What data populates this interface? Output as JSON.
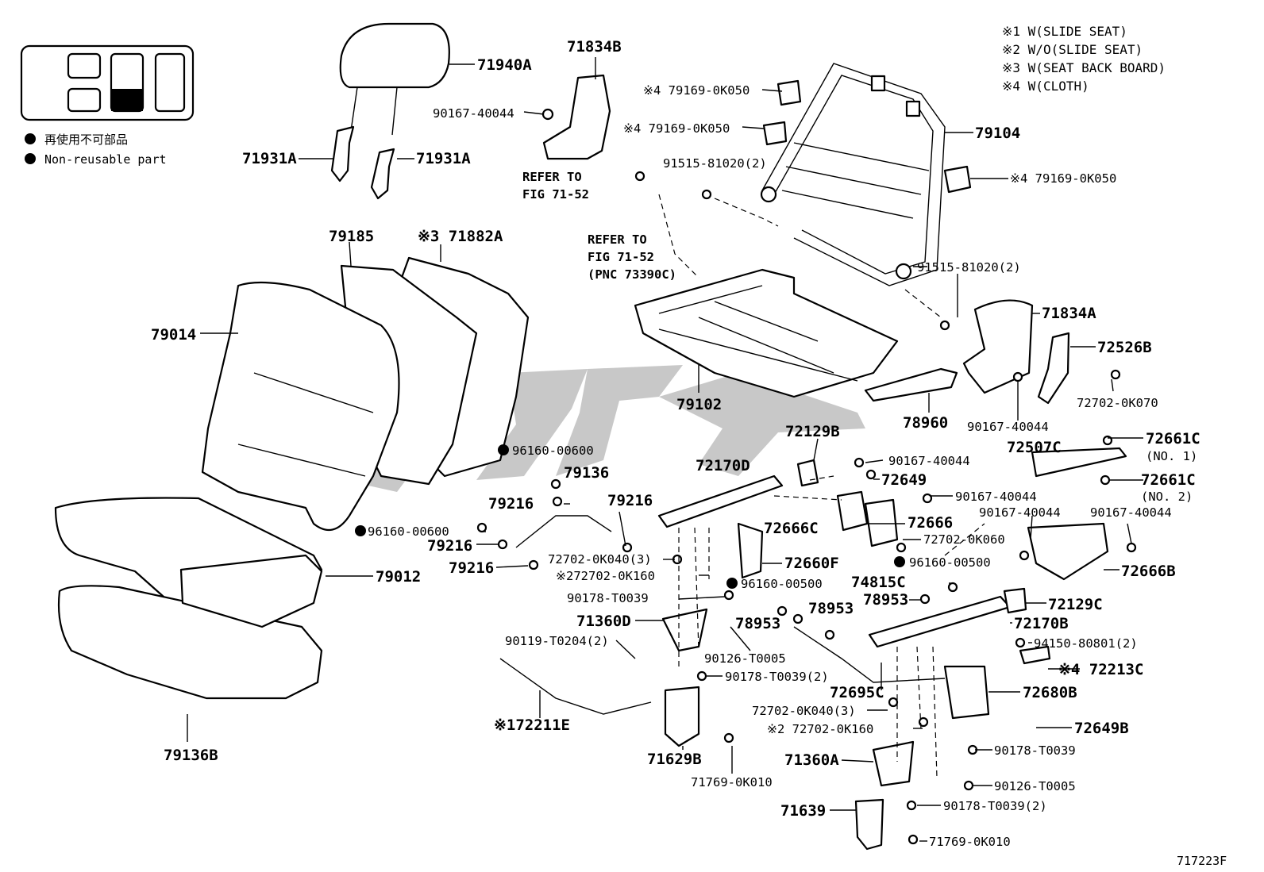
{
  "legend": {
    "items": [
      {
        "text": "再使用不可部品"
      },
      {
        "text": "Non-reusable part"
      }
    ]
  },
  "notes": [
    "※1 W(SLIDE SEAT)",
    "※2 W/O(SLIDE SEAT)",
    "※3 W(SEAT BACK BOARD)",
    "※4 W(CLOTH)"
  ],
  "figure_code": "717223F",
  "refs": {
    "a": [
      "REFER TO",
      "FIG 71-52"
    ],
    "b": [
      "REFER TO",
      "FIG 71-52",
      "(PNC 73390C)"
    ]
  },
  "labels": [
    {
      "id": "71940A",
      "text": "71940A"
    },
    {
      "id": "71834B",
      "text": "71834B"
    },
    {
      "id": "90167-40044-a",
      "text": "90167-40044"
    },
    {
      "id": "71931A-l",
      "text": "71931A"
    },
    {
      "id": "71931A-r",
      "text": "71931A"
    },
    {
      "id": "79169-a",
      "text": "※4 79169-0K050"
    },
    {
      "id": "79169-b",
      "text": "※4 79169-0K050"
    },
    {
      "id": "79169-c",
      "text": "※4 79169-0K050"
    },
    {
      "id": "79104",
      "text": "79104"
    },
    {
      "id": "91515-a",
      "text": "91515-81020(2)"
    },
    {
      "id": "91515-b",
      "text": "91515-81020(2)"
    },
    {
      "id": "79185",
      "text": "79185"
    },
    {
      "id": "71882A",
      "text": "※3 71882A"
    },
    {
      "id": "79014",
      "text": "79014"
    },
    {
      "id": "71834A",
      "text": "71834A"
    },
    {
      "id": "72526B",
      "text": "72526B"
    },
    {
      "id": "72702-0K070",
      "text": "72702-0K070"
    },
    {
      "id": "90167-40044-b",
      "text": "90167-40044"
    },
    {
      "id": "79102",
      "text": "79102"
    },
    {
      "id": "78960",
      "text": "78960"
    },
    {
      "id": "72129B",
      "text": "72129B"
    },
    {
      "id": "90167-40044-c",
      "text": "90167-40044"
    },
    {
      "id": "72649",
      "text": "72649"
    },
    {
      "id": "72507C",
      "text": "72507C"
    },
    {
      "id": "72661C-1",
      "text": "72661C"
    },
    {
      "id": "no1",
      "text": "(NO. 1)"
    },
    {
      "id": "72661C-2",
      "text": "72661C"
    },
    {
      "id": "no2",
      "text": "(NO. 2)"
    },
    {
      "id": "96160-00600-a",
      "text": "96160-00600"
    },
    {
      "id": "79136",
      "text": "79136"
    },
    {
      "id": "72170D",
      "text": "72170D"
    },
    {
      "id": "90167-40044-d",
      "text": "90167-40044"
    },
    {
      "id": "90167-40044-e",
      "text": "90167-40044"
    },
    {
      "id": "90167-40044-f",
      "text": "90167-40044"
    },
    {
      "id": "79216-a",
      "text": "79216"
    },
    {
      "id": "79216-b",
      "text": "79216"
    },
    {
      "id": "79216-c",
      "text": "79216"
    },
    {
      "id": "79216-d",
      "text": "79216"
    },
    {
      "id": "96160-00600-b",
      "text": "96160-00600"
    },
    {
      "id": "72666C",
      "text": "72666C"
    },
    {
      "id": "72666",
      "text": "72666"
    },
    {
      "id": "72702-0K060",
      "text": "72702-0K060"
    },
    {
      "id": "79012",
      "text": "79012"
    },
    {
      "id": "72702-0K040-a",
      "text": "72702-0K040(3)"
    },
    {
      "id": "72660F",
      "text": "72660F"
    },
    {
      "id": "72666B",
      "text": "72666B"
    },
    {
      "id": "72702-0K160-a",
      "text": "※272702-0K160"
    },
    {
      "id": "96160-00500-a",
      "text": "96160-00500"
    },
    {
      "id": "96160-00500-b",
      "text": "96160-00500"
    },
    {
      "id": "74815C",
      "text": "74815C"
    },
    {
      "id": "90178-T0039-a",
      "text": "90178-T0039"
    },
    {
      "id": "78953-a",
      "text": "78953"
    },
    {
      "id": "78953-b",
      "text": "78953"
    },
    {
      "id": "78953-c",
      "text": "78953"
    },
    {
      "id": "72129C",
      "text": "72129C"
    },
    {
      "id": "71360D",
      "text": "71360D"
    },
    {
      "id": "72170B",
      "text": "72170B"
    },
    {
      "id": "90119-T0204",
      "text": "90119-T0204(2)"
    },
    {
      "id": "94150-80801",
      "text": "94150-80801(2)"
    },
    {
      "id": "90126-T0005-a",
      "text": "90126-T0005"
    },
    {
      "id": "72213C",
      "text": "※4 72213C"
    },
    {
      "id": "90178-T0039-b",
      "text": "90178-T0039(2)"
    },
    {
      "id": "72695C",
      "text": "72695C"
    },
    {
      "id": "72680B",
      "text": "72680B"
    },
    {
      "id": "72702-0K040-b",
      "text": "72702-0K040(3)"
    },
    {
      "id": "72211E",
      "text": "※172211E"
    },
    {
      "id": "72702-0K160-b",
      "text": "※2 72702-0K160"
    },
    {
      "id": "72649B",
      "text": "72649B"
    },
    {
      "id": "79136B",
      "text": "79136B"
    },
    {
      "id": "71629B",
      "text": "71629B"
    },
    {
      "id": "71360A",
      "text": "71360A"
    },
    {
      "id": "90178-T0039-c",
      "text": "90178-T0039"
    },
    {
      "id": "90126-T0005-b",
      "text": "90126-T0005"
    },
    {
      "id": "71769-0K010-a",
      "text": "71769-0K010"
    },
    {
      "id": "71639",
      "text": "71639"
    },
    {
      "id": "90178-T0039-d",
      "text": "90178-T0039(2)"
    },
    {
      "id": "71769-0K010-b",
      "text": "71769-0K010"
    }
  ]
}
